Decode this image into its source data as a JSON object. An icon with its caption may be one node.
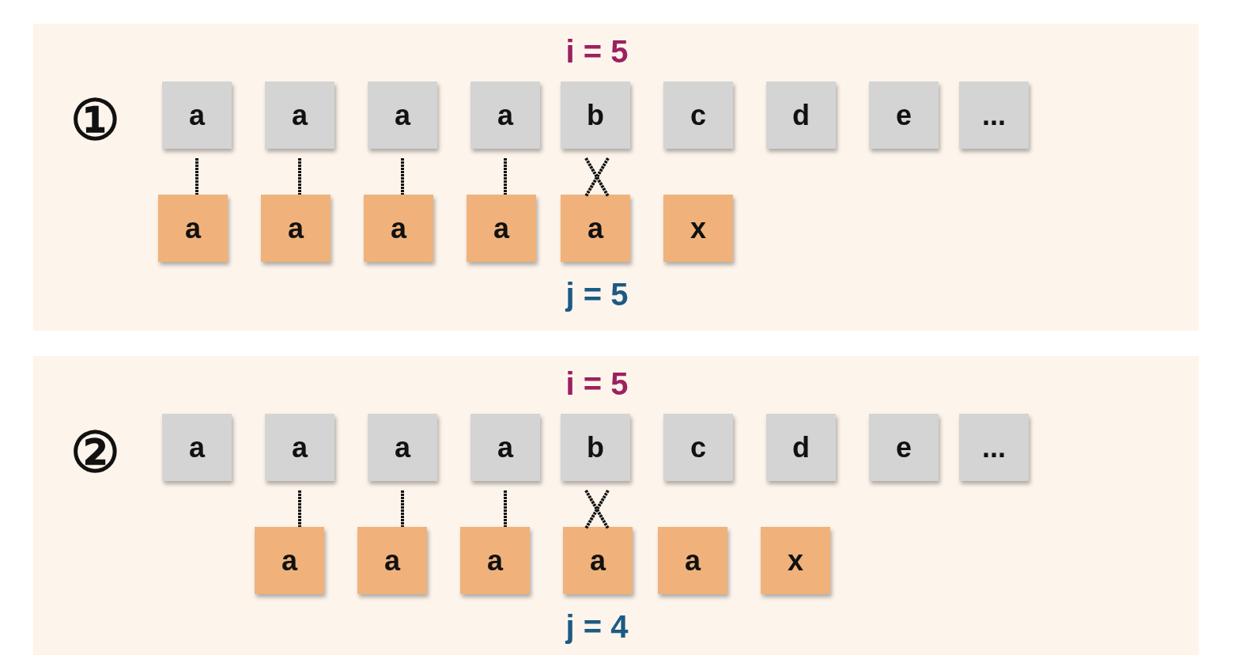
{
  "diagram": {
    "nodes": [
      {
        "text": [],
        "shape": "box"
      },
      {
        "text": [
          "a"
        ],
        "in": 0
      },
      {
        "text": [
          "a"
        ],
        "in": 0
      },
      {
        "text": [
          "a"
        ],
        "in": 0
      },
      {
        "text": [
          "a"
        ],
        "in": 0
      },
      {
        "text": [
          "b"
        ],
        "in": 0
      },
      {
        "text": [
          "c"
        ],
        "in": 0
      },
      {
        "text": [
          "d"
        ],
        "in": 0
      },
      {
        "text": [
          "e"
        ],
        "in": 0
      },
      {
        "text": [
          "..."
        ],
        "in": 0
      },
      {
        "text": [
          "a"
        ],
        "in": 0
      },
      {
        "text": [
          "a"
        ],
        "in": 0
      },
      {
        "text": [
          "a"
        ],
        "in": 0
      },
      {
        "text": [
          "a"
        ],
        "in": 0
      },
      {
        "text": [
          "a"
        ],
        "in": 0
      },
      {
        "text": [
          "x"
        ],
        "in": 0
      },
      {
        "text": [],
        "shape": "box"
      },
      {
        "text": [
          "a"
        ],
        "in": 16
      },
      {
        "text": [
          "a"
        ],
        "in": 16
      },
      {
        "text": [
          "a"
        ],
        "in": 16
      },
      {
        "text": [
          "a"
        ],
        "in": 16
      },
      {
        "text": [
          "b"
        ],
        "in": 16
      },
      {
        "text": [
          "c"
        ],
        "in": 16
      },
      {
        "text": [
          "d"
        ],
        "in": 16
      },
      {
        "text": [
          "e"
        ],
        "in": 16
      },
      {
        "text": [
          "..."
        ],
        "in": 16
      },
      {
        "text": [
          "a"
        ],
        "in": 16
      },
      {
        "text": [
          "a"
        ],
        "in": 16
      },
      {
        "text": [
          "a"
        ],
        "in": 16
      },
      {
        "text": [
          "a"
        ],
        "in": 16
      },
      {
        "text": [
          "a"
        ],
        "in": 16
      },
      {
        "text": [
          "x"
        ],
        "in": 16
      }
    ],
    "edges": [
      {
        "from": 1,
        "to": 10,
        "arrow": "none"
      },
      {
        "from": 2,
        "to": 11,
        "arrow": "none"
      },
      {
        "from": 3,
        "to": 12,
        "arrow": "none"
      },
      {
        "from": 4,
        "to": 13,
        "arrow": "none"
      },
      {
        "from": 18,
        "to": 26,
        "arrow": "none"
      },
      {
        "from": 19,
        "to": 27,
        "arrow": "none"
      },
      {
        "from": 20,
        "to": 28,
        "arrow": "none"
      }
    ],
    "labels": [
      "i = 5",
      "①",
      "j = 5",
      "i = 5",
      "②",
      "j = 4"
    ]
  }
}
